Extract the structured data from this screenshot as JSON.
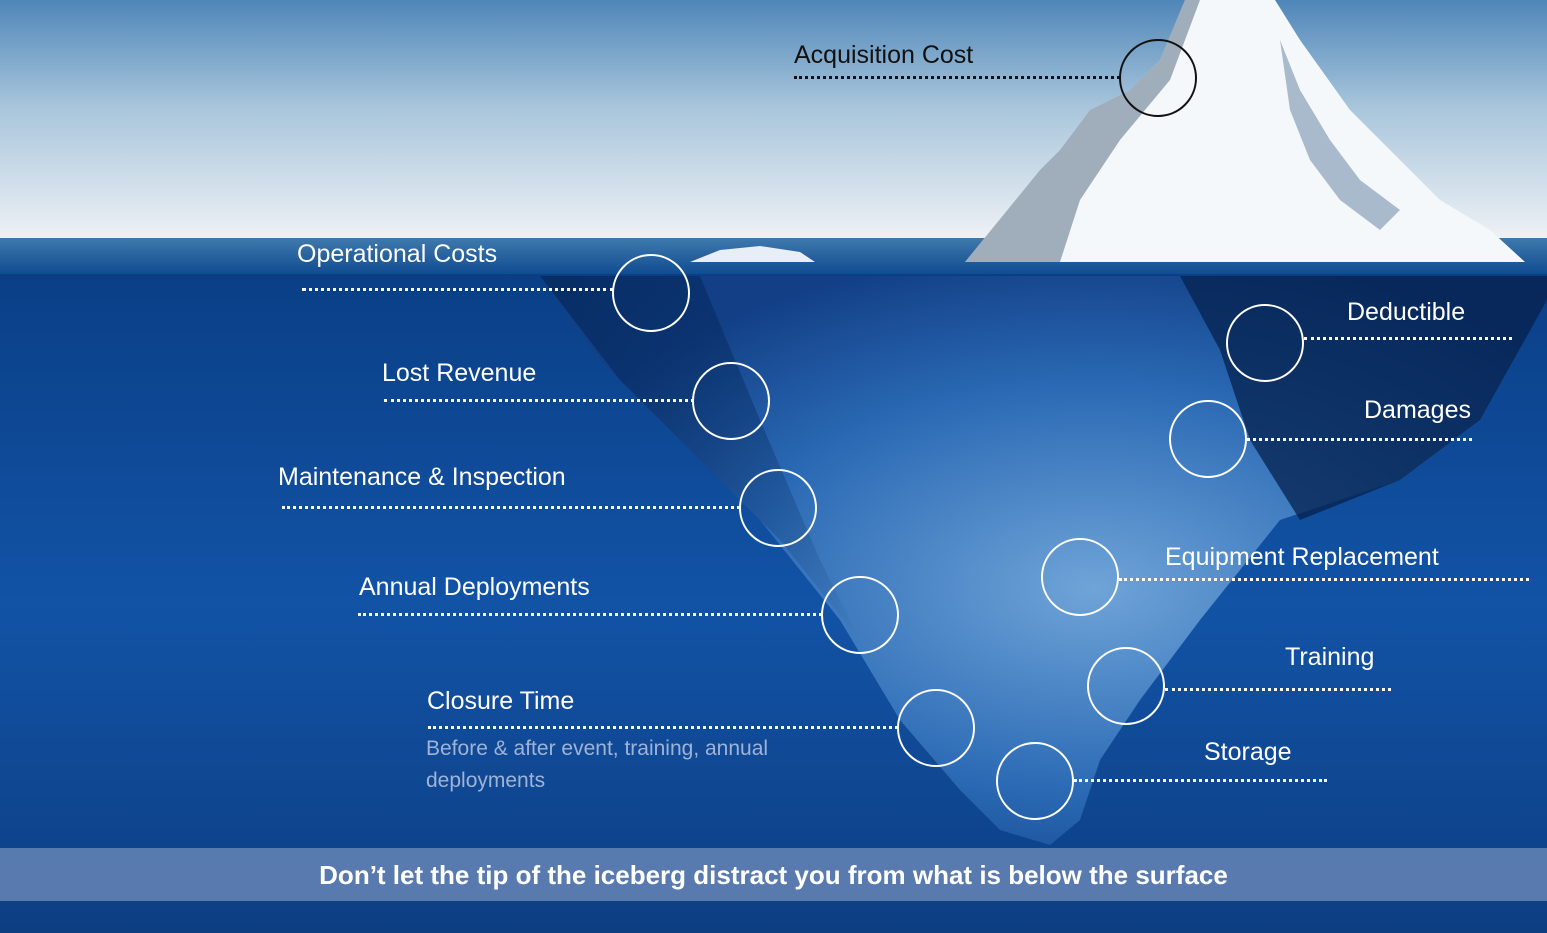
{
  "diagram": {
    "top_label": "Acquisition Cost",
    "left_labels": [
      "Operational Costs",
      "Lost Revenue",
      "Maintenance & Inspection",
      "Annual Deployments",
      "Closure Time"
    ],
    "closure_note": "Before & after event, training, annual deployments",
    "right_labels": [
      "Deductible",
      "Damages",
      "Equipment Replacement",
      "Training",
      "Storage"
    ],
    "banner": "Don’t let the tip of the iceberg distract you from what is below the surface"
  },
  "colors": {
    "sky_top": "#4f86b8",
    "sky_bottom": "#eef2f5",
    "deep_water": "#0b3f8a",
    "iceberg": "#f4f8fb",
    "callout_line": "#ffffff"
  }
}
